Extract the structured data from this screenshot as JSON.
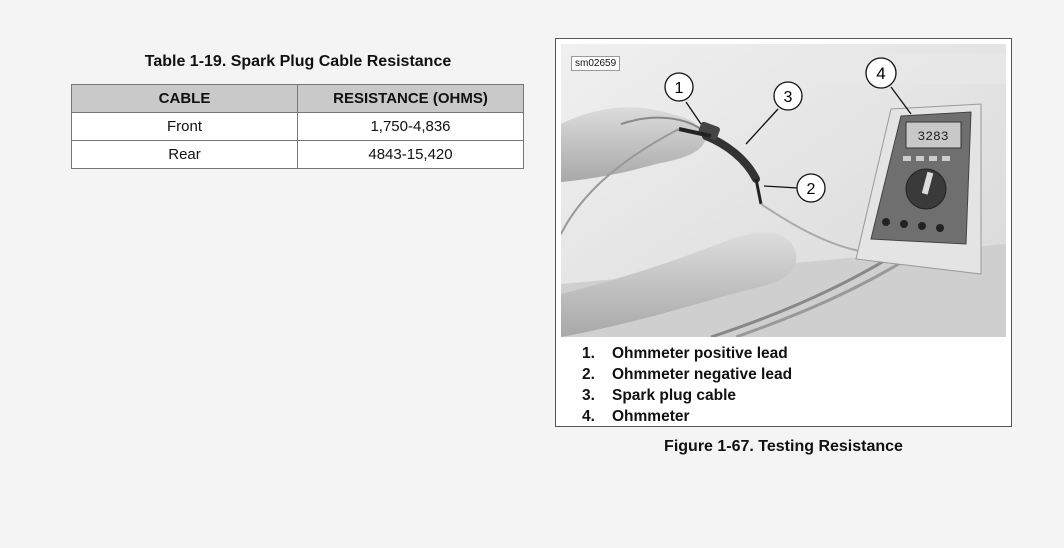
{
  "table": {
    "title": "Table 1-19. Spark Plug Cable Resistance",
    "headers": [
      "CABLE",
      "RESISTANCE (OHMS)"
    ],
    "rows": [
      [
        "Front",
        "1,750-4,836"
      ],
      [
        "Rear",
        "4843-15,420"
      ]
    ]
  },
  "figure": {
    "id_label": "sm02659",
    "meter_reading": "3283",
    "callouts": [
      "1",
      "2",
      "3",
      "4"
    ],
    "legend": [
      {
        "num": "1.",
        "text": "Ohmmeter positive lead"
      },
      {
        "num": "2.",
        "text": "Ohmmeter negative lead"
      },
      {
        "num": "3.",
        "text": "Spark plug cable"
      },
      {
        "num": "4.",
        "text": "Ohmmeter"
      }
    ],
    "caption": "Figure 1-67. Testing Resistance"
  }
}
